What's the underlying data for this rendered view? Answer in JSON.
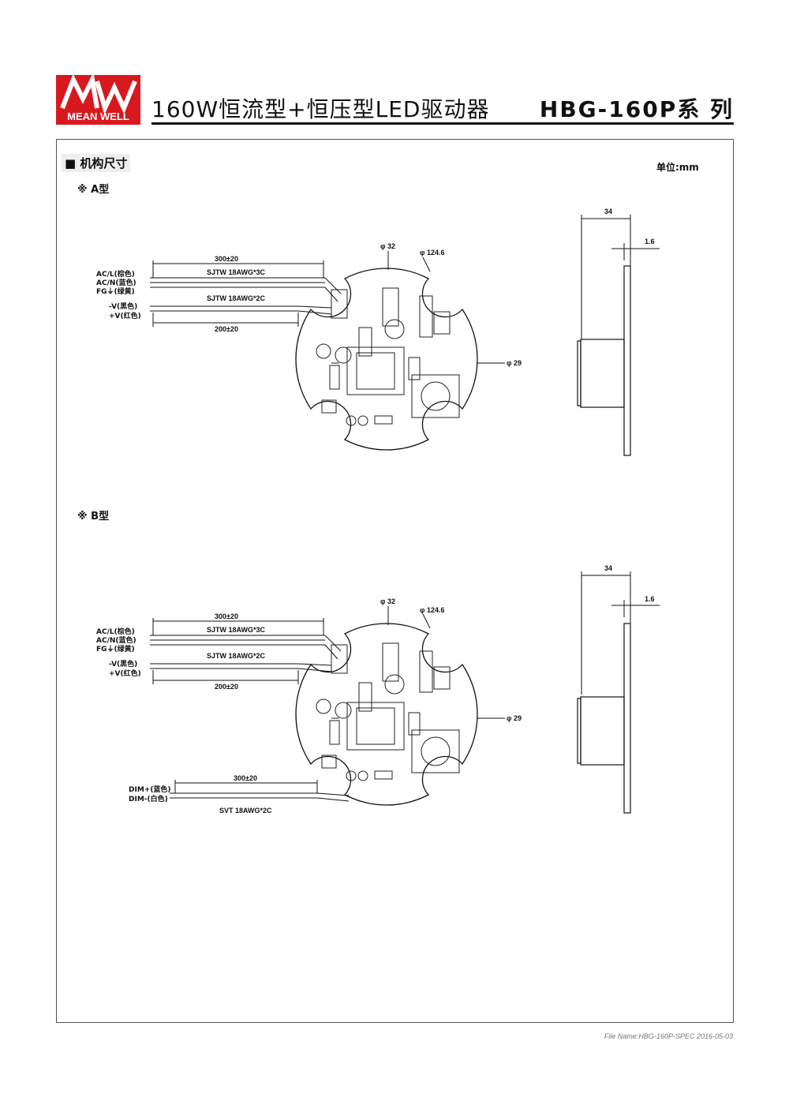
{
  "logo": {
    "text": "MEAN WELL",
    "color": "#d7191f"
  },
  "header": {
    "title": "160W恒流型+恒压型LED驱动器",
    "series": "HBG-160P系 列"
  },
  "section": {
    "title": "■ 机构尺寸",
    "unit": "单位:mm"
  },
  "type_a": {
    "heading": "※ A型",
    "wire_labels": [
      "AC/L(棕色)",
      "AC/N(蓝色)",
      "FG⏚(绿黄)",
      "-V(黑色)",
      "+V(红色)"
    ],
    "dim_ac": "300±20",
    "cable_ac": "SJTW 18AWG*3C",
    "cable_dc": "SJTW 18AWG*2C",
    "dim_dc": "200±20",
    "phi_32": "φ 32",
    "phi_124": "φ 124.6",
    "phi_29": "φ 29",
    "side_34": "34",
    "side_16": "1.6"
  },
  "type_b": {
    "heading": "※ B型",
    "wire_labels": [
      "AC/L(棕色)",
      "AC/N(蓝色)",
      "FG⏚(绿黄)",
      "-V(黑色)",
      "+V(红色)"
    ],
    "dim_ac": "300±20",
    "cable_ac": "SJTW 18AWG*3C",
    "cable_dc": "SJTW 18AWG*2C",
    "dim_dc": "200±20",
    "phi_32": "φ 32",
    "phi_124": "φ 124.6",
    "phi_29": "φ 29",
    "side_34": "34",
    "side_16": "1.6",
    "dim_labels": [
      "DIM+(蓝色)",
      "DIM-(白色)"
    ],
    "dim_len": "300±20",
    "dim_cable": "SVT 18AWG*2C"
  },
  "footer": "File Name:HBG-160P-SPEC   2016-05-03"
}
